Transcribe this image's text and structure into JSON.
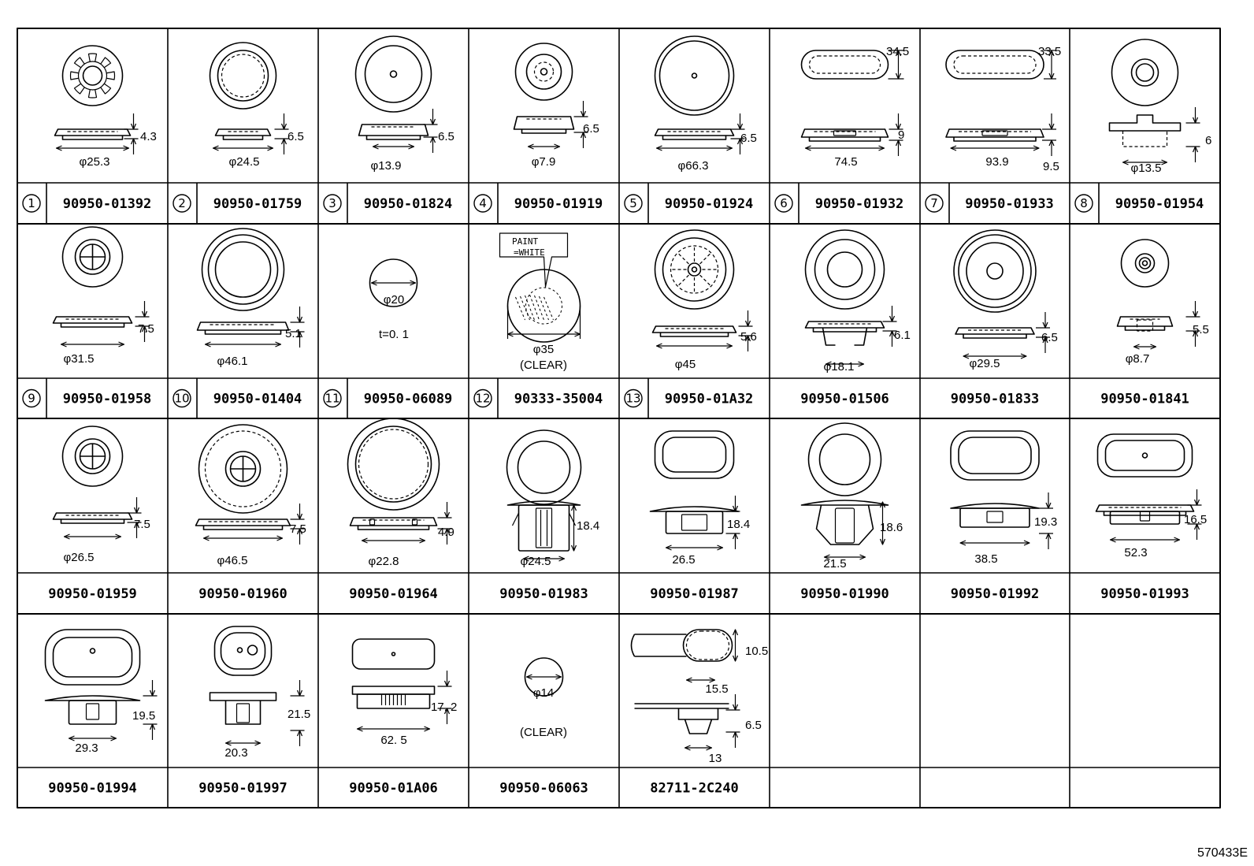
{
  "diagram_id": "570433E",
  "rows": [
    [
      {
        "num": "1",
        "part": "90950-01392",
        "labels": [
          "4.3",
          "φ25.3"
        ]
      },
      {
        "num": "2",
        "part": "90950-01759",
        "labels": [
          "6.5",
          "φ24.5"
        ]
      },
      {
        "num": "3",
        "part": "90950-01824",
        "labels": [
          "6.5",
          "φ13.9"
        ]
      },
      {
        "num": "4",
        "part": "90950-01919",
        "labels": [
          "6.5",
          "φ7.9"
        ]
      },
      {
        "num": "5",
        "part": "90950-01924",
        "labels": [
          "6.5",
          "φ66.3"
        ]
      },
      {
        "num": "6",
        "part": "90950-01932",
        "labels": [
          "34.5",
          "9",
          "74.5"
        ]
      },
      {
        "num": "7",
        "part": "90950-01933",
        "labels": [
          "33.5",
          "93.9",
          "9.5"
        ]
      },
      {
        "num": "8",
        "part": "90950-01954",
        "labels": [
          "6",
          "φ13.5"
        ]
      }
    ],
    [
      {
        "num": "9",
        "part": "90950-01958",
        "labels": [
          "7.5",
          "φ31.5"
        ]
      },
      {
        "num": "10",
        "part": "90950-01404",
        "labels": [
          "5.1",
          "φ46.1"
        ]
      },
      {
        "num": "11",
        "part": "90950-06089",
        "labels": [
          "φ20",
          "t=0. 1"
        ]
      },
      {
        "num": "12",
        "part": "90333-35004",
        "labels": [
          "PAINT",
          "=WHITE",
          "φ35",
          "(CLEAR)"
        ]
      },
      {
        "num": "13",
        "part": "90950-01A32",
        "labels": [
          "5.6",
          "φ45"
        ]
      },
      {
        "num": "",
        "part": "90950-01506",
        "labels": [
          "6.1",
          "φ18.1"
        ]
      },
      {
        "num": "",
        "part": "90950-01833",
        "labels": [
          "6.5",
          "φ29.5"
        ]
      },
      {
        "num": "",
        "part": "90950-01841",
        "labels": [
          "5.5",
          "φ8.7"
        ]
      }
    ],
    [
      {
        "num": "",
        "part": "90950-01959",
        "labels": [
          "7.5",
          "φ26.5"
        ]
      },
      {
        "num": "",
        "part": "90950-01960",
        "labels": [
          "7.5",
          "φ46.5"
        ]
      },
      {
        "num": "",
        "part": "90950-01964",
        "labels": [
          "4.9",
          "φ22.8"
        ]
      },
      {
        "num": "",
        "part": "90950-01983",
        "labels": [
          "18.4",
          "φ24.5"
        ]
      },
      {
        "num": "",
        "part": "90950-01987",
        "labels": [
          "18.4",
          "26.5"
        ]
      },
      {
        "num": "",
        "part": "90950-01990",
        "labels": [
          "18.6",
          "21.5"
        ]
      },
      {
        "num": "",
        "part": "90950-01992",
        "labels": [
          "19.3",
          "38.5"
        ]
      },
      {
        "num": "",
        "part": "90950-01993",
        "labels": [
          "16.5",
          "52.3"
        ]
      }
    ],
    [
      {
        "num": "",
        "part": "90950-01994",
        "labels": [
          "19.5",
          "29.3"
        ]
      },
      {
        "num": "",
        "part": "90950-01997",
        "labels": [
          "21.5",
          "20.3"
        ]
      },
      {
        "num": "",
        "part": "90950-01A06",
        "labels": [
          "17. 2",
          "62. 5"
        ]
      },
      {
        "num": "",
        "part": "90950-06063",
        "labels": [
          "φ14",
          "(CLEAR)"
        ]
      },
      {
        "num": "",
        "part": "82711-2C240",
        "labels": [
          "10.5",
          "15.5",
          "6.5",
          "13"
        ]
      },
      {
        "num": "",
        "part": "",
        "labels": []
      },
      {
        "num": "",
        "part": "",
        "labels": []
      },
      {
        "num": "",
        "part": "",
        "labels": []
      }
    ]
  ]
}
